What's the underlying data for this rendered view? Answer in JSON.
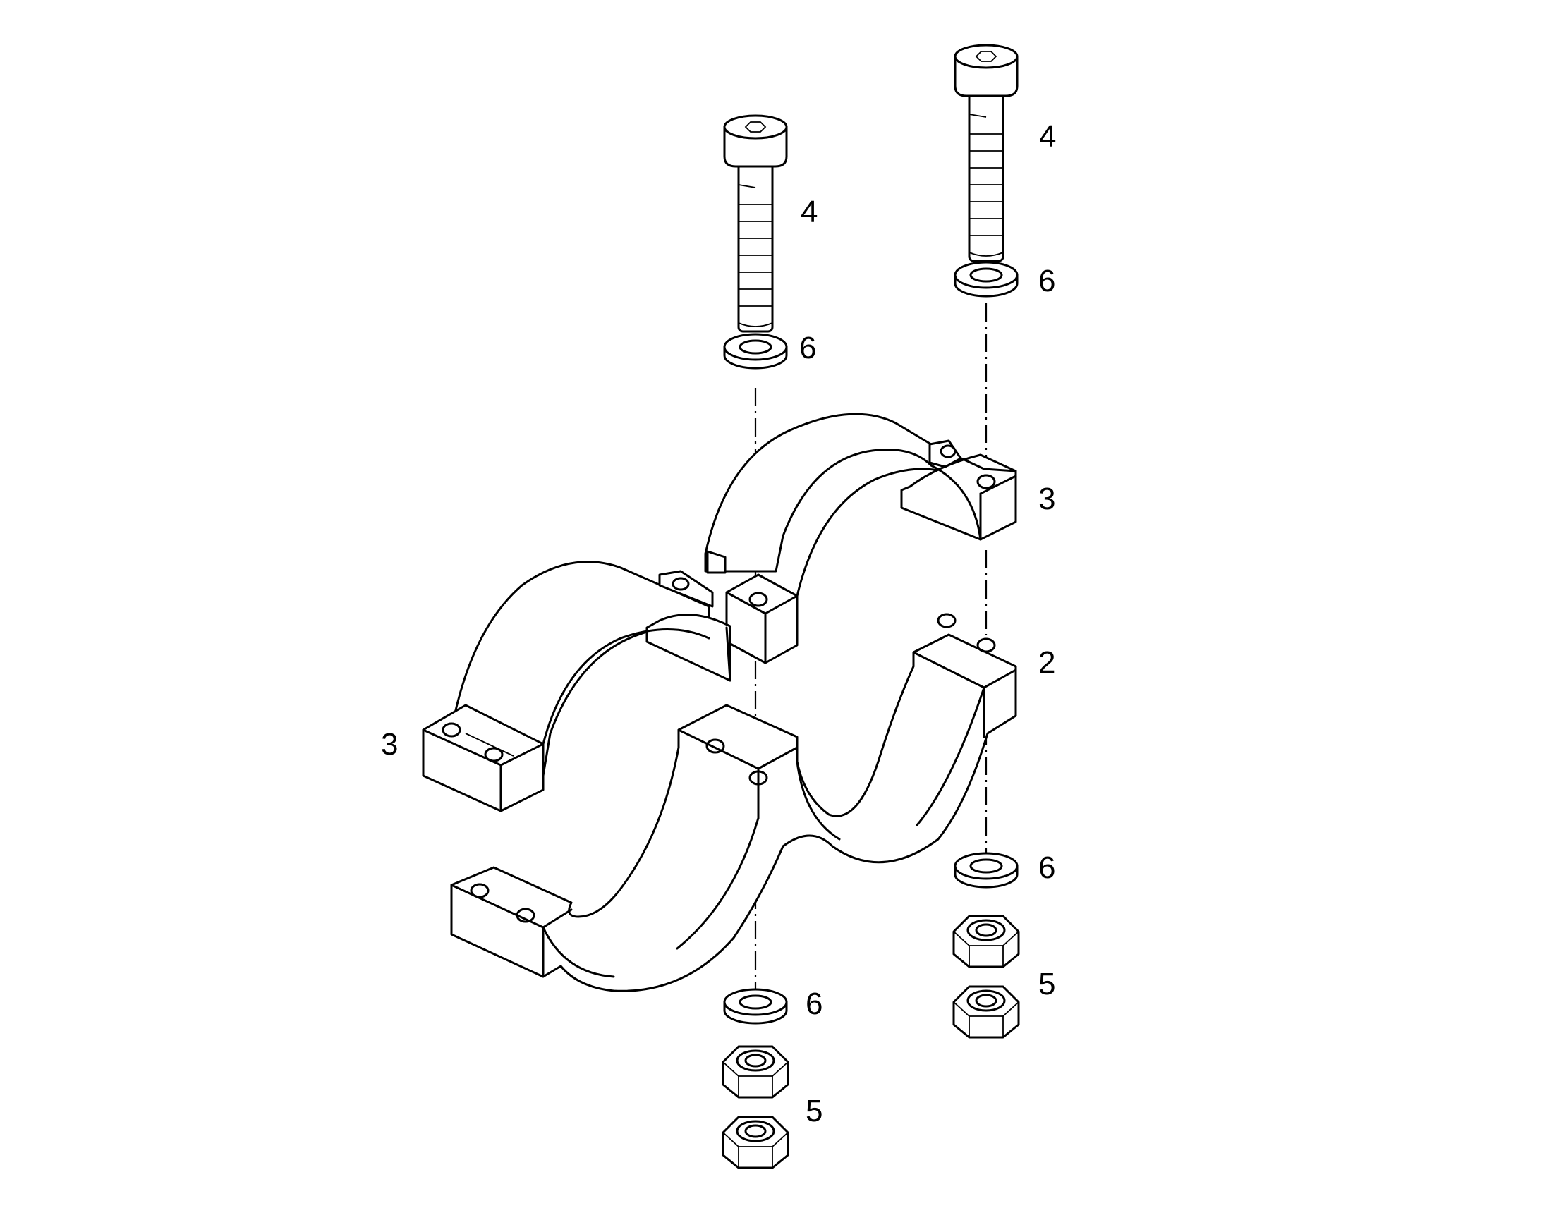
{
  "callouts": {
    "bolt_left": "4",
    "bolt_right": "4",
    "washer_top_left": "6",
    "washer_top_right": "6",
    "clamp_upper_right": "3",
    "clamp_base": "2",
    "clamp_upper_left": "3",
    "washer_bottom_right": "6",
    "nuts_right": "5",
    "washer_bottom_left": "6",
    "nuts_left": "5"
  },
  "colors": {
    "line": "#000000",
    "background": "#ffffff"
  }
}
